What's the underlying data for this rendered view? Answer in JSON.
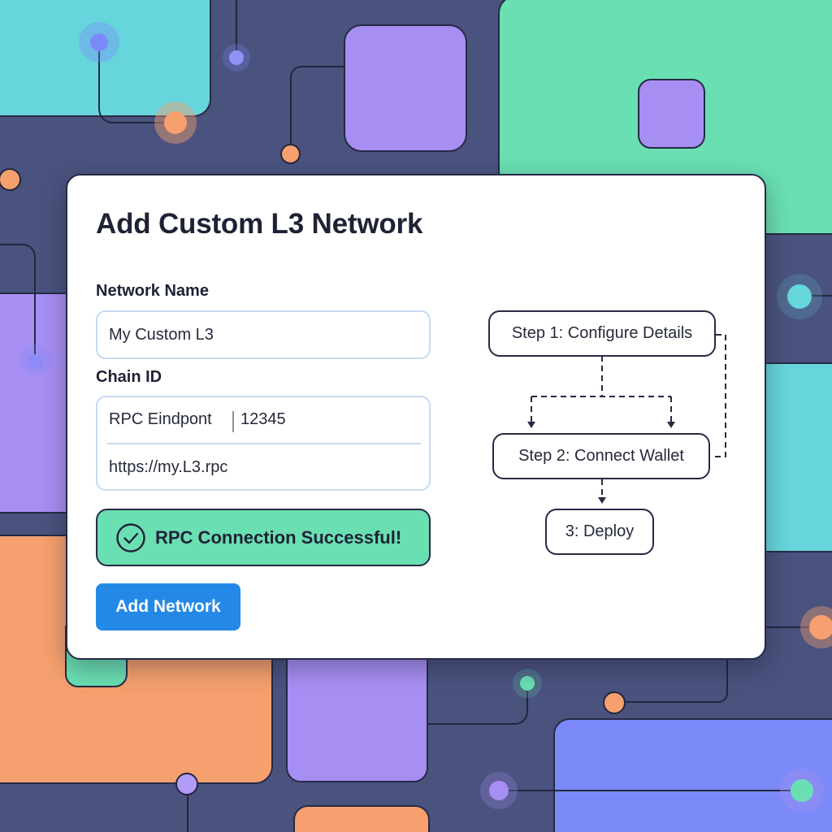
{
  "dialog": {
    "title": "Add Custom L3 Network",
    "network_name": {
      "label": "Network Name",
      "value": "My Custom L3"
    },
    "chain_id": {
      "label": "Chain ID",
      "rpc_label": "RPC Eindpont",
      "chain_value": "12345",
      "rpc_value": "https://my.L3.rpc"
    },
    "status": {
      "icon": "check-circle-icon",
      "text": "RPC Connection Successful!",
      "color": "#6adfb2"
    },
    "submit_button": {
      "label": "Add Network",
      "color": "#2489e6"
    },
    "flow": {
      "steps": [
        {
          "label": "Step 1: Configure Details"
        },
        {
          "label": "Step 2: Connect Wallet"
        },
        {
          "label": "3: Deploy"
        }
      ]
    }
  },
  "colors": {
    "background": "#4a527e",
    "teal": "#67d5dc",
    "purple": "#a78ef3",
    "green": "#6adfb2",
    "orange": "#f5a06e",
    "periwinkle": "#7b8af8"
  }
}
